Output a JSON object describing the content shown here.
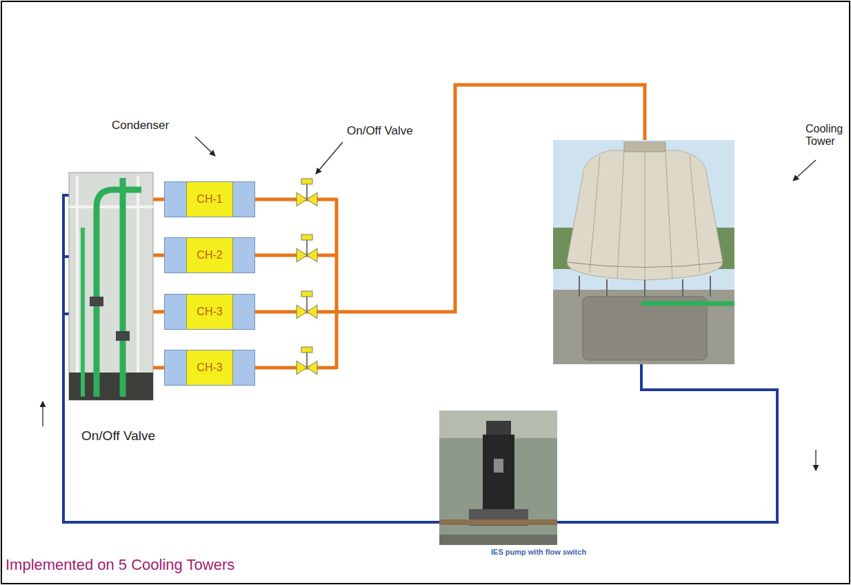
{
  "diagram": {
    "caption": "Implemented on 5 Cooling Towers",
    "nodes": [
      {
        "text": [
          "CH-1"
        ]
      },
      {
        "text": [
          "CH-2"
        ]
      },
      {
        "text": [
          "CH-3"
        ]
      },
      {
        "text": [
          "CH-3"
        ]
      }
    ],
    "labels": [
      "Condenser",
      "On/Off Valve",
      "Cooling Tower",
      "On/Off Valve",
      "IES pump with flow switch"
    ]
  }
}
